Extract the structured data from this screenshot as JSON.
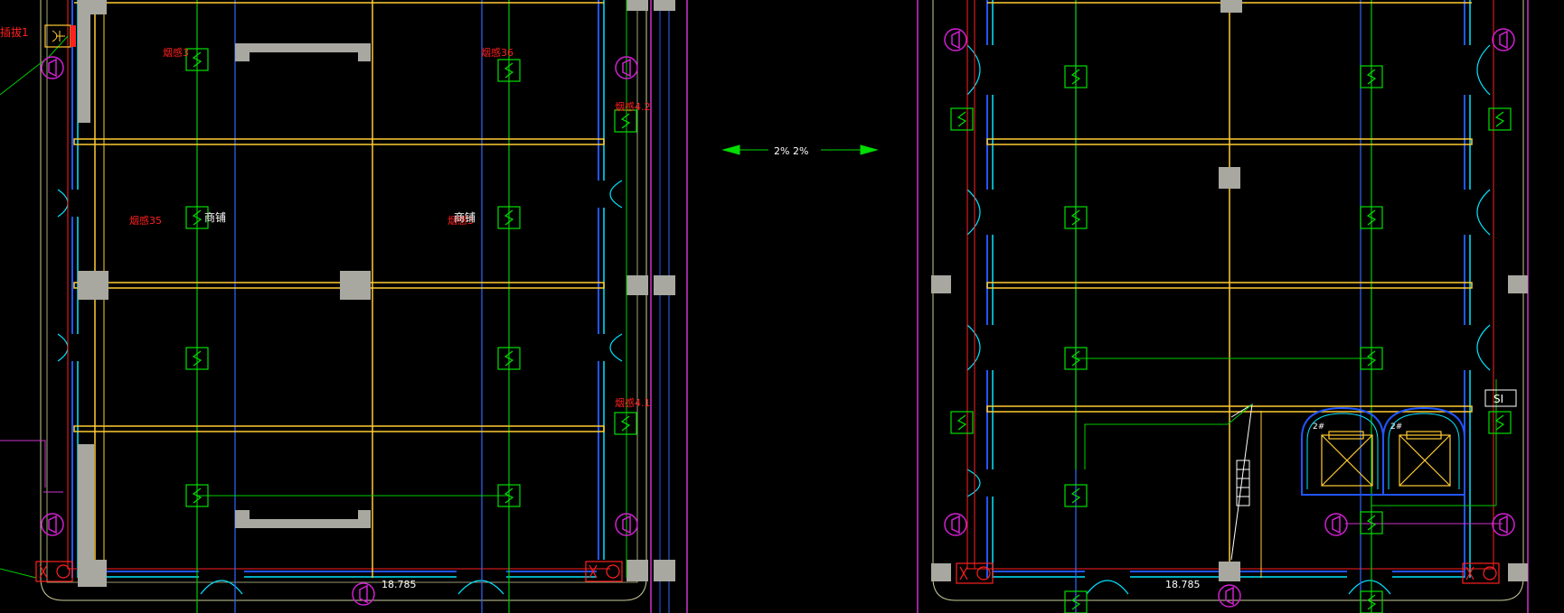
{
  "colors": {
    "background": "#000000",
    "column": "#ffcc33",
    "wall_blue": "#2255ff",
    "wall_cyan": "#00e5ff",
    "wiring": "#00cc00",
    "axis_blue": "#3366ff",
    "red": "#ff2020",
    "magenta": "#d020d0",
    "gray_block": "#a8a8a0",
    "white": "#ffffff",
    "smoke_detector": "#00e000"
  },
  "labels": {
    "top_left_tag": "插拔1",
    "smoke_tag_a": "烟感3",
    "smoke_tag_b": "烟感36",
    "smoke_tag_c": "烟感35",
    "smoke_tag_d": "烟感3",
    "smoke_tag_e": "烟感4.2",
    "smoke_tag_f": "烟感4.1",
    "room_left": "商铺",
    "room_right": "商铺",
    "slope": "2%   2%",
    "elevation_left": "18.785",
    "elevation_right": "18.785",
    "si_box": "SI",
    "stair_tag_a": "2#",
    "stair_tag_b": "2#"
  },
  "icons": {
    "smoke_detector": "smoke-detector-icon",
    "speaker": "speaker-icon",
    "fire_hydrant": "fire-hydrant-icon",
    "elevator": "elevator-icon",
    "slope_arrow": "double-arrow-icon"
  }
}
